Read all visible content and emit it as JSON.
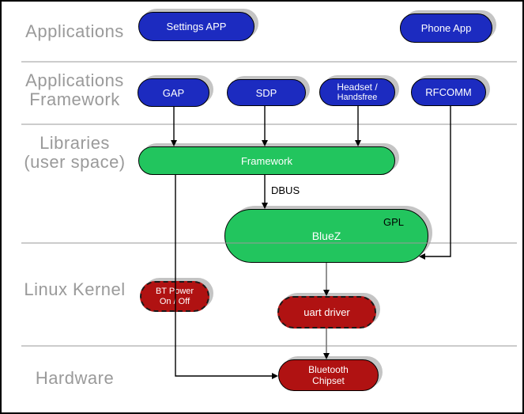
{
  "diagram": {
    "title": "Bluetooth software stack diagram",
    "layers": {
      "applications": {
        "line1": "Applications"
      },
      "app_framework": {
        "line1": "Applications",
        "line2": "Framework"
      },
      "libraries": {
        "line1": "Libraries",
        "line2": "(user space)"
      },
      "kernel": {
        "line1": "Linux Kernel"
      },
      "hardware": {
        "line1": "Hardware"
      }
    },
    "nodes": {
      "settings_app": {
        "label": "Settings APP"
      },
      "phone_app": {
        "label": "Phone App"
      },
      "gap": {
        "label": "GAP"
      },
      "sdp": {
        "label": "SDP"
      },
      "headset": {
        "line1": "Headset /",
        "line2": "Handsfree"
      },
      "rfcomm": {
        "label": "RFCOMM"
      },
      "framework": {
        "label": "Framework"
      },
      "bluez": {
        "label": "BlueZ",
        "badge": "GPL"
      },
      "bt_power": {
        "line1": "BT Power",
        "line2": "On / Off"
      },
      "uart_driver": {
        "label": "uart driver"
      },
      "bt_chipset": {
        "line1": "Bluetooth",
        "line2": "Chipset"
      }
    },
    "edge_labels": {
      "dbus": "DBUS"
    },
    "colors": {
      "app_node_fill": "#1c2bc0",
      "lib_node_fill": "#22c55e",
      "kernel_node_fill": "#b01212",
      "node_text": "#ffffff",
      "layer_label_text": "#9a9a9a",
      "node_shadow": "#c4c4c4",
      "separator_line": "#999999",
      "arrow_black": "#000000",
      "arrow_gray": "#777777"
    }
  }
}
